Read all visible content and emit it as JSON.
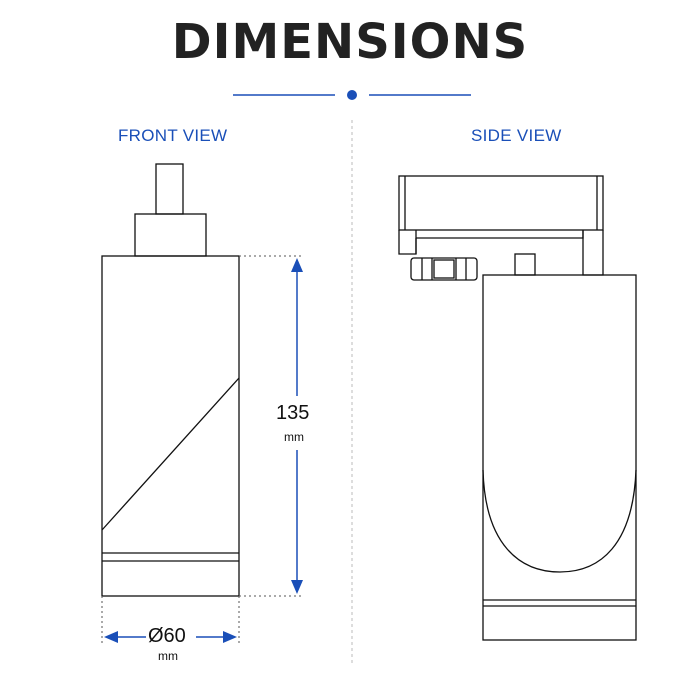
{
  "title": "DIMENSIONS",
  "front_view": {
    "label": "FRONT VIEW",
    "height_value": "135",
    "height_unit": "mm",
    "diameter_value": "Ø60",
    "diameter_unit": "mm"
  },
  "side_view": {
    "label": "SIDE VIEW"
  },
  "colors": {
    "accent": "#1a4fb8",
    "ink": "#111111",
    "title": "#222222",
    "divider": "#bbbbbb"
  }
}
